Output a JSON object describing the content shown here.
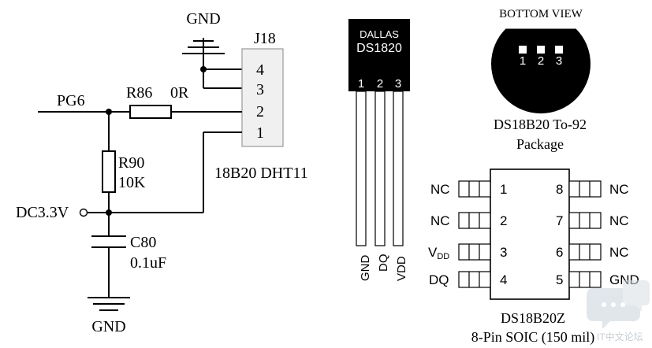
{
  "schematic": {
    "gnd_top": "GND",
    "gnd_bottom": "GND",
    "connector_ref": "J18",
    "pins": [
      "4",
      "3",
      "2",
      "1"
    ],
    "net_pg6": "PG6",
    "r86": "R86",
    "r86_value": "0R",
    "r90": "R90",
    "r90_value": "10K",
    "supply": "DC3.3V",
    "c80": "C80",
    "c80_value": "0.1uF",
    "connector_note": "18B20 DHT11"
  },
  "to92_front": {
    "brand": "DALLAS",
    "part": "DS1820",
    "pins": [
      "1",
      "2",
      "3"
    ],
    "leads": [
      "GND",
      "DQ",
      "VDD"
    ]
  },
  "to92_bottom": {
    "title": "BOTTOM VIEW",
    "pins": [
      "1",
      "2",
      "3"
    ],
    "caption_line1": "DS18B20 To-92",
    "caption_line2": "Package"
  },
  "soic": {
    "left_labels": [
      "NC",
      "NC",
      "V",
      "DQ"
    ],
    "vdd_sub": "DD",
    "left_pins": [
      "1",
      "2",
      "3",
      "4"
    ],
    "right_pins": [
      "8",
      "7",
      "6",
      "5"
    ],
    "right_labels": [
      "NC",
      "NC",
      "NC",
      "GND"
    ],
    "caption_line1": "DS18B20Z",
    "caption_line2": "8-Pin SOIC (150 mil)"
  },
  "watermark": {
    "text": "IT中文论坛"
  }
}
